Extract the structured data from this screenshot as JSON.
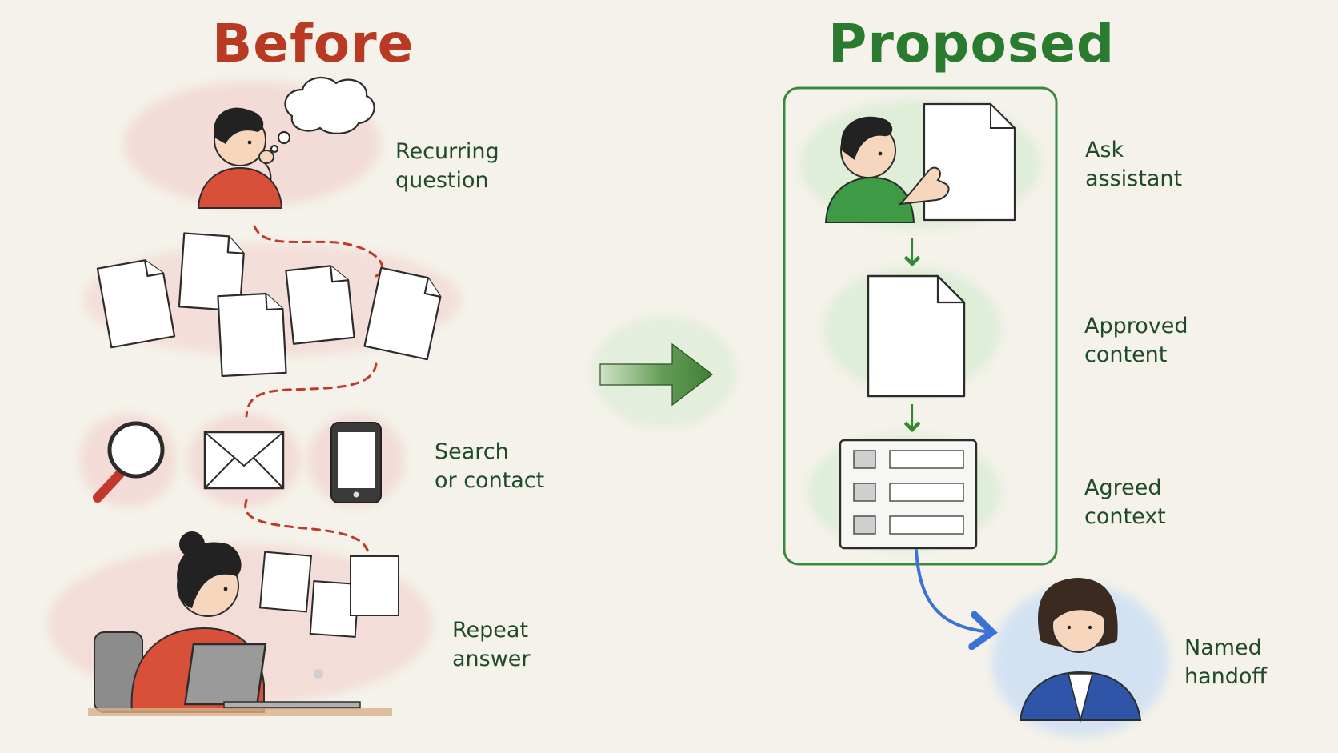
{
  "before": {
    "title": "Before",
    "steps": [
      {
        "lines": [
          "Recurring",
          "question"
        ]
      },
      {
        "lines": [
          "Search",
          "or contact"
        ]
      },
      {
        "lines": [
          "Repeat",
          "answer"
        ]
      }
    ]
  },
  "proposed": {
    "title": "Proposed",
    "steps": [
      {
        "lines": [
          "Ask",
          "assistant"
        ]
      },
      {
        "lines": [
          "Approved",
          "content"
        ]
      },
      {
        "lines": [
          "Agreed",
          "context"
        ]
      }
    ],
    "handoff": {
      "lines": [
        "Named",
        "handoff"
      ]
    }
  },
  "colors": {
    "before_title": "#b83a22",
    "proposed_title": "#2a7a30",
    "label_text": "#1f4a2c",
    "before_dash": "#c0392b",
    "proposed_frame": "#3a8a3e",
    "proposed_arrow": "#2f8a32",
    "handoff_arrow": "#3a72d8",
    "before_wash": "#f3d6d2",
    "proposed_wash": "#d9ecd4",
    "handoff_wash": "#cfe0f3"
  }
}
